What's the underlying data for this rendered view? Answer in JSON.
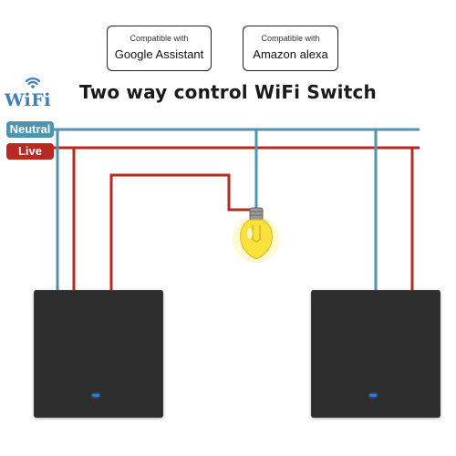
{
  "badges": {
    "google": {
      "caption": "Compatible with",
      "name": "Google Assistant"
    },
    "alexa": {
      "caption": "Compatible with",
      "name": "Amazon alexa"
    }
  },
  "title": "Two way control WiFi Switch",
  "wifi_logo": {
    "text": "WiFi",
    "icon": "wifi-signal-icon"
  },
  "wires": {
    "neutral": {
      "label": "Neutral",
      "color": "#4f93b2"
    },
    "live": {
      "label": "Live",
      "color": "#b62a22"
    }
  },
  "components": {
    "bulb": {
      "icon": "light-bulb-icon",
      "state": "on"
    },
    "switches": [
      {
        "icon": "wall-switch-icon",
        "led_color": "#2f7de0"
      },
      {
        "icon": "wall-switch-icon",
        "led_color": "#2f7de0"
      }
    ]
  }
}
